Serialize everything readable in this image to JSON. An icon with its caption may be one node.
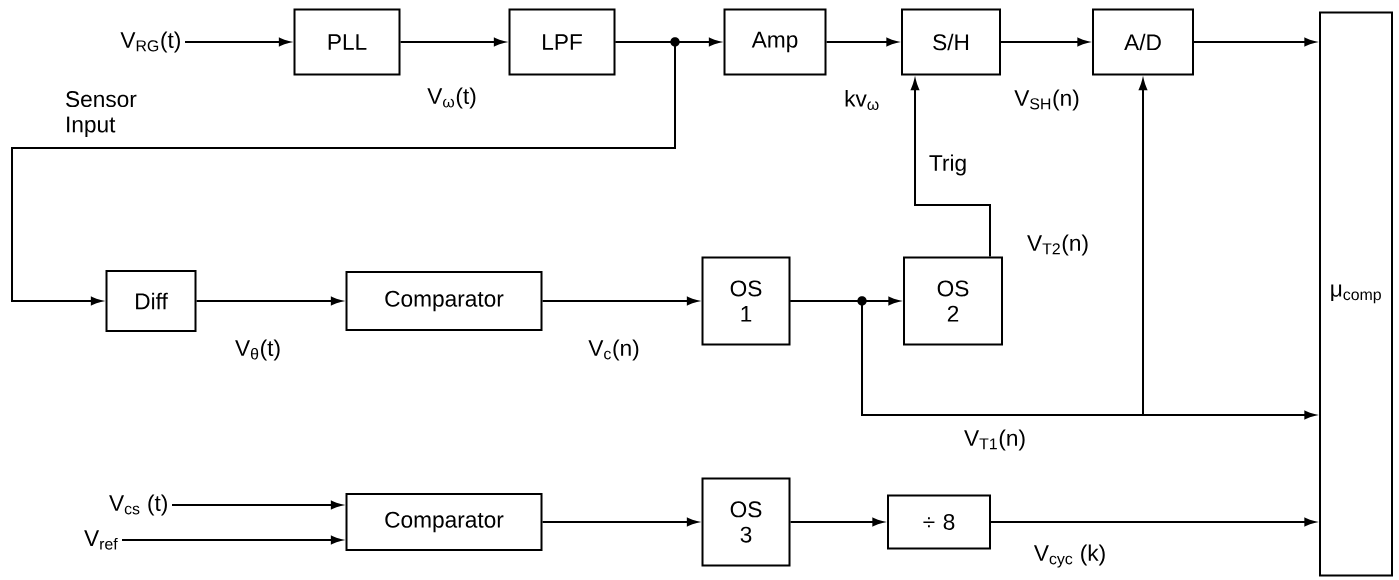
{
  "diagram": {
    "nodes": [
      {
        "text": [
          "PLL"
        ]
      },
      {
        "text": [
          "LPF"
        ]
      },
      {
        "text": [
          "Amp"
        ]
      },
      {
        "text": [
          "S/H"
        ]
      },
      {
        "text": [
          "A/D"
        ]
      },
      {
        "text": [
          "μ$_{comp}$"
        ]
      },
      {
        "text": [
          "Diff"
        ]
      },
      {
        "text": [
          "Comparator"
        ]
      },
      {
        "text": [
          "OS 1"
        ]
      },
      {
        "text": [
          "OS 2"
        ]
      },
      {
        "text": [
          "Comparator"
        ]
      },
      {
        "text": [
          "OS 3"
        ]
      },
      {
        "text": [
          "÷ 8"
        ]
      },
      {
        "text": [
          "V$_{RG}$(t)"
        ],
        "beside": [
          "Sensor Input"
        ]
      },
      {
        "text": [
          "V$_{cs}$ (t)"
        ]
      },
      {
        "text": [
          "V$_{ref}$"
        ]
      }
    ],
    "edges": [
      {
        "from": 13,
        "to": 0,
        "arrow": "to"
      },
      {
        "from": 0,
        "to": 1,
        "arrow": "to",
        "label": "V$_{ω}$(t)"
      },
      {
        "from": 1,
        "to": 2,
        "arrow": "to"
      },
      {
        "from": 1,
        "to": 6,
        "arrow": "to"
      },
      {
        "from": 2,
        "to": 3,
        "arrow": "to",
        "label": "kv$_{ω}$"
      },
      {
        "from": 3,
        "to": 4,
        "arrow": "to",
        "label": "V$_{SH}$(n)"
      },
      {
        "from": 4,
        "to": 5,
        "arrow": "to"
      },
      {
        "from": 6,
        "to": 7,
        "arrow": "to",
        "label": "V$_{θ}$(t)"
      },
      {
        "from": 7,
        "to": 8,
        "arrow": "to",
        "label": "V$_{c}$(n)"
      },
      {
        "from": 8,
        "to": 9,
        "arrow": "to"
      },
      {
        "from": 9,
        "to": 3,
        "arrow": "to",
        "label": "V$_{T2}$(n)"
      },
      {
        "from": 8,
        "to": 5,
        "arrow": "to",
        "label": "V$_{T1}$(n)"
      },
      {
        "from": 8,
        "to": 4,
        "arrow": "to"
      },
      {
        "from": 14,
        "to": 10,
        "arrow": "to"
      },
      {
        "from": 15,
        "to": 10,
        "arrow": "to"
      },
      {
        "from": 10,
        "to": 11,
        "arrow": "to"
      },
      {
        "from": 11,
        "to": 12,
        "arrow": "to"
      },
      {
        "from": 12,
        "to": 5,
        "arrow": "to",
        "label": "V$_{cyc}$ (k)"
      }
    ],
    "labels": [
      "Trig"
    ]
  }
}
